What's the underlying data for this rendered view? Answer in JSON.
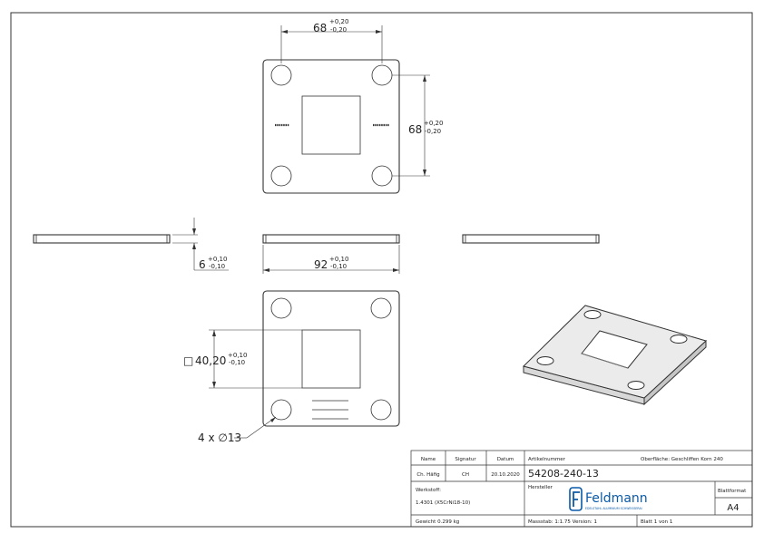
{
  "drawing": {
    "top_view": {
      "width_dim": {
        "value": "68",
        "tol_plus": "+0,20",
        "tol_minus": "-0,20"
      },
      "height_dim": {
        "value": "68",
        "tol_plus": "+0,20",
        "tol_minus": "-0,20"
      }
    },
    "side_view": {
      "thickness_dim": {
        "value": "6",
        "tol_plus": "+0,10",
        "tol_minus": "-0,10"
      },
      "length_dim": {
        "value": "92",
        "tol_plus": "+0,10",
        "tol_minus": "-0,10"
      }
    },
    "bottom_view": {
      "square_dim": {
        "symbol": "□",
        "value": "40,20",
        "tol_plus": "+0,10",
        "tol_minus": "-0,10"
      },
      "hole_callout": "4 x ∅13"
    }
  },
  "title_block": {
    "headers": {
      "name": "Name",
      "signature": "Signatur",
      "date": "Datum"
    },
    "drawn_by": {
      "name": "Ch. Häfig",
      "signature": "CH",
      "date": "20.10.2020"
    },
    "article_number_label": "Artikelnummer",
    "article_number": "54208-240-13",
    "surface": "Oberfläche:  Geschliffen Korn 240",
    "material_label": "Werkstoff:",
    "material": "1.4301 (X5CrNi18-10)",
    "manufacturer_label": "Hersteller",
    "brand": "Feldmann",
    "brand_tagline": "EDELSTAHL ALUMINIUM SCHWEISSERAI",
    "sheet_format_label": "Blattformat",
    "sheet_format": "A4",
    "weight": "Gewicht 0.299 kg",
    "scale": "Massstab: 1:1.75   Version: 1",
    "sheet": "Blatt 1 von 1"
  },
  "colors": {
    "line": "#333333",
    "brand": "#0a5aa8",
    "iso_fill": "#e8e8e8"
  }
}
